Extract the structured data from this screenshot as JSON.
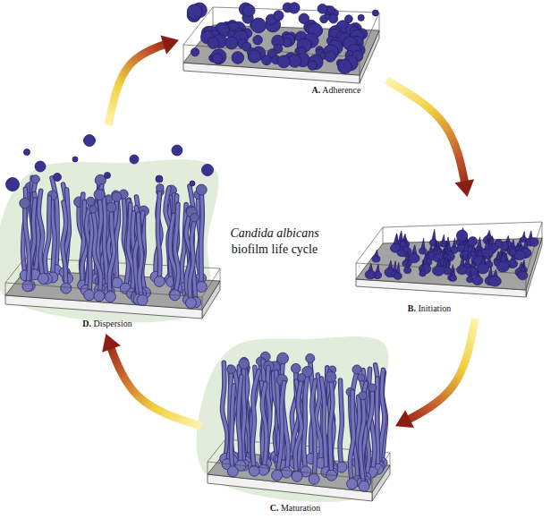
{
  "diagram": {
    "nodes": [
      {
        "text": [
          "A. Adherence"
        ]
      },
      {
        "text": [
          "B. Initiation"
        ]
      },
      {
        "text": [
          "C. Maturation"
        ]
      },
      {
        "text": [
          "D. Dispersion"
        ]
      }
    ],
    "edges": [
      {
        "from": 0,
        "to": 1,
        "arrow": "to"
      },
      {
        "from": 1,
        "to": 2,
        "arrow": "to"
      },
      {
        "from": 2,
        "to": 3,
        "arrow": "to"
      },
      {
        "from": 3,
        "to": 0,
        "arrow": "to"
      }
    ],
    "labels": [
      "Candida albicans",
      "biofilm life cycle"
    ]
  }
}
